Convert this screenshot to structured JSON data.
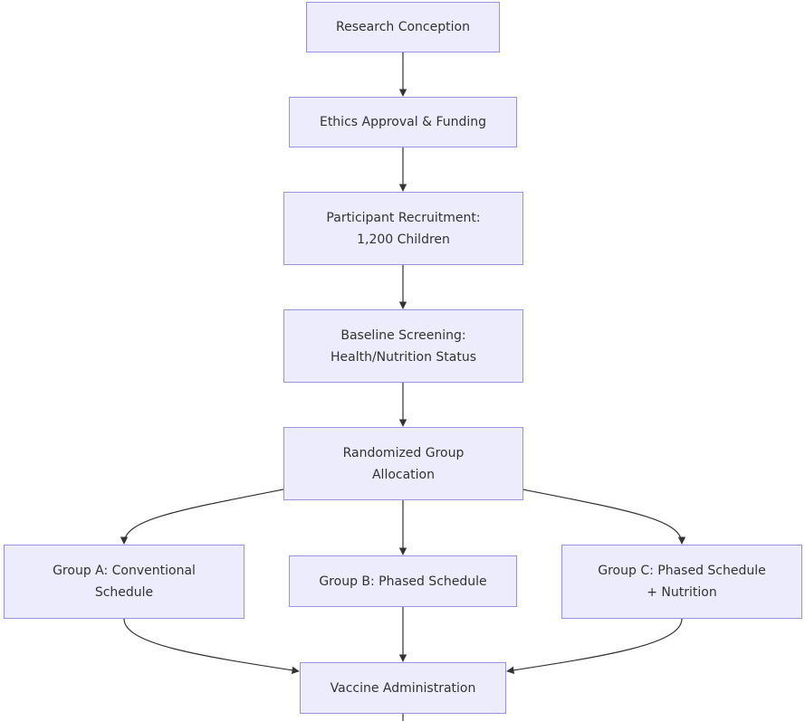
{
  "colors": {
    "node_fill": "#ececfd",
    "node_border": "#9a94e0",
    "edge": "#333333",
    "text": "#333333"
  },
  "nodes": {
    "research_conception": [
      "Research Conception"
    ],
    "ethics_approval": [
      "Ethics Approval & Funding"
    ],
    "participant_recruitment": [
      "Participant Recruitment:",
      "1,200 Children"
    ],
    "baseline_screening": [
      "Baseline Screening:",
      "Health/Nutrition Status"
    ],
    "randomized_allocation": [
      "Randomized Group",
      "Allocation"
    ],
    "group_a": [
      "Group A: Conventional",
      "Schedule"
    ],
    "group_b": [
      "Group B: Phased Schedule"
    ],
    "group_c": [
      "Group C: Phased Schedule",
      "+ Nutrition"
    ],
    "vaccine_administration": [
      "Vaccine Administration"
    ]
  }
}
